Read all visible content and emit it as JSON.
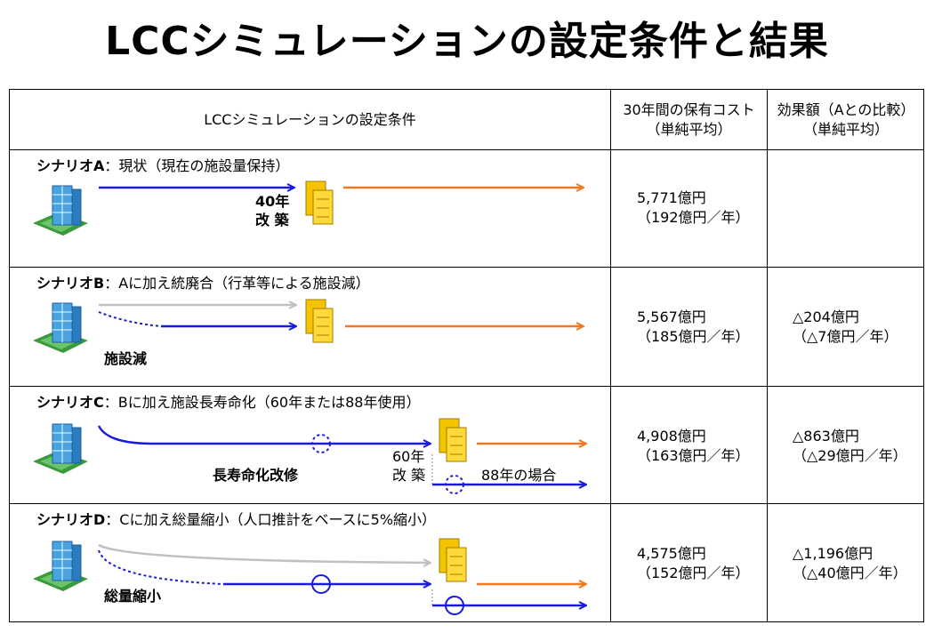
{
  "title": "LCCシミュレーションの設定条件と結果",
  "header": {
    "conditions": "LCCシミュレーションの設定条件",
    "cost_line1": "30年間の保有コスト",
    "cost_line2": "（単純平均）",
    "effect_line1": "効果額（Aとの比較）",
    "effect_line2": "（単純平均）"
  },
  "scenarios": [
    {
      "name": "シナリオA",
      "desc": "：現状（現在の施設量保持）",
      "cost_total": "5,771億円",
      "cost_year": "（192億円／年）",
      "effect_total": "",
      "effect_year": "",
      "annotations": {
        "rebuild_year": "40年",
        "rebuild": "改 築"
      }
    },
    {
      "name": "シナリオB",
      "desc": "：Aに加え統廃合（行革等による施設減）",
      "cost_total": "5,567億円",
      "cost_year": "（185億円／年）",
      "effect_total": "△204億円",
      "effect_year": "（△7億円／年）",
      "annotations": {
        "reduction": "施設減"
      }
    },
    {
      "name": "シナリオC",
      "desc": "：Bに加え施設長寿命化（60年または88年使用）",
      "cost_total": "4,908億円",
      "cost_year": "（163億円／年）",
      "effect_total": "△863億円",
      "effect_year": "（△29億円／年）",
      "annotations": {
        "longevity": "長寿命化改修",
        "rebuild_year": "60年",
        "rebuild": "改 築",
        "case88": "88年の場合"
      }
    },
    {
      "name": "シナリオD",
      "desc": "：Cに加え総量縮小（人口推計をベースに5%縮小）",
      "cost_total": "4,575億円",
      "cost_year": "（152億円／年）",
      "effect_total": "△1,196億円",
      "effect_year": "（△40億円／年）",
      "annotations": {
        "shrink": "総量縮小"
      }
    }
  ],
  "colors": {
    "blue_arrow": "#1a1adc",
    "orange_arrow": "#f07820",
    "gray_arrow": "#c0c0c0",
    "building_yellow": "#f5c400",
    "border": "#000000"
  },
  "icons": [
    "office-building-icon",
    "new-building-icon",
    "rebuild-marker-icon"
  ]
}
